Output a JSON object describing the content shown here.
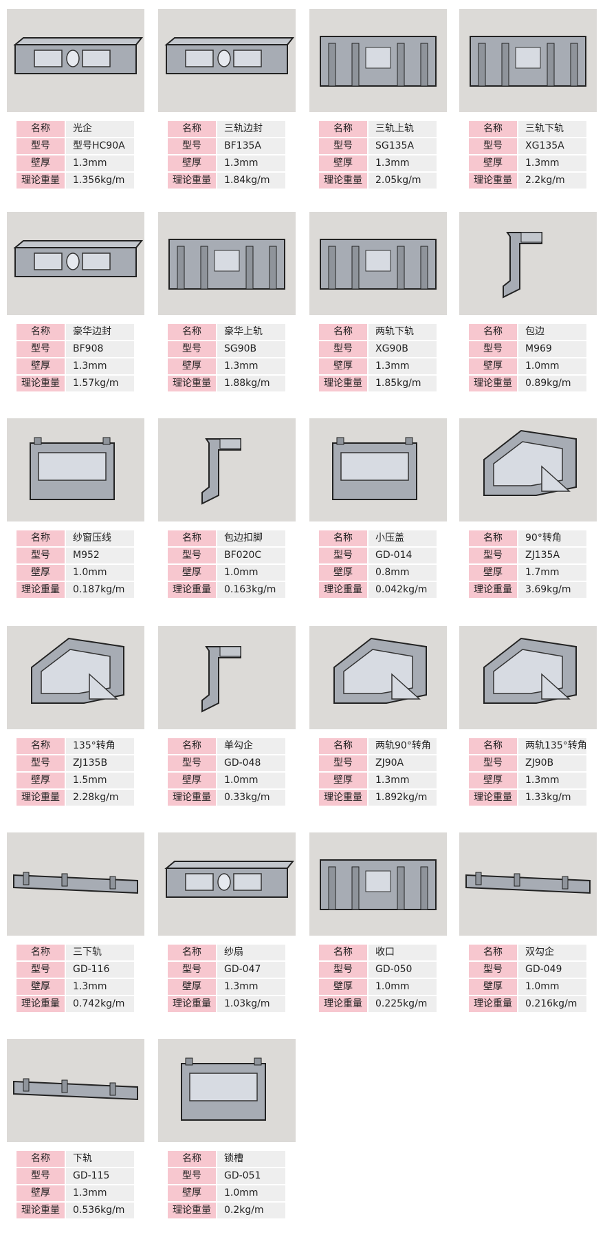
{
  "labels": {
    "name": "名称",
    "model": "型号",
    "thickness": "壁厚",
    "weight": "理论重量"
  },
  "colors": {
    "label_bg": "#f7c7cf",
    "value_bg": "#eeeeee",
    "image_bg": "#dcdad7",
    "profile": "#a7acb4"
  },
  "items": [
    {
      "name": "光企",
      "model": "型号HC90A",
      "thickness": "1.3mm",
      "weight": "1.356kg/m",
      "icon": "profile-wide"
    },
    {
      "name": "三轨边封",
      "model": "BF135A",
      "thickness": "1.3mm",
      "weight": "1.84kg/m",
      "icon": "profile-wide"
    },
    {
      "name": "三轨上轨",
      "model": "SG135A",
      "thickness": "1.3mm",
      "weight": "2.05kg/m",
      "icon": "profile-rail"
    },
    {
      "name": "三轨下轨",
      "model": "XG135A",
      "thickness": "1.3mm",
      "weight": "2.2kg/m",
      "icon": "profile-rail"
    },
    {
      "name": "豪华边封",
      "model": "BF908",
      "thickness": "1.3mm",
      "weight": "1.57kg/m",
      "icon": "profile-wide"
    },
    {
      "name": "豪华上轨",
      "model": "SG90B",
      "thickness": "1.3mm",
      "weight": "1.88kg/m",
      "icon": "profile-rail"
    },
    {
      "name": "两轨下轨",
      "model": "XG90B",
      "thickness": "1.3mm",
      "weight": "1.85kg/m",
      "icon": "profile-rail"
    },
    {
      "name": "包边",
      "model": "M969",
      "thickness": "1.0mm",
      "weight": "0.89kg/m",
      "icon": "profile-angle"
    },
    {
      "name": "纱窗压线",
      "model": "M952",
      "thickness": "1.0mm",
      "weight": "0.187kg/m",
      "icon": "profile-box"
    },
    {
      "name": "包边扣脚",
      "model": "BF020C",
      "thickness": "1.0mm",
      "weight": "0.163kg/m",
      "icon": "profile-angle"
    },
    {
      "name": "小压盖",
      "model": "GD-014",
      "thickness": "0.8mm",
      "weight": "0.042kg/m",
      "icon": "profile-box"
    },
    {
      "name": "90°转角",
      "model": "ZJ135A",
      "thickness": "1.7mm",
      "weight": "3.69kg/m",
      "icon": "profile-corner"
    },
    {
      "name": "135°转角",
      "model": "ZJ135B",
      "thickness": "1.5mm",
      "weight": "2.28kg/m",
      "icon": "profile-corner"
    },
    {
      "name": "单勾企",
      "model": "GD-048",
      "thickness": "1.0mm",
      "weight": "0.33kg/m",
      "icon": "profile-angle"
    },
    {
      "name": "两轨90°转角",
      "model": "ZJ90A",
      "thickness": "1.3mm",
      "weight": "1.892kg/m",
      "icon": "profile-corner"
    },
    {
      "name": "两轨135°转角",
      "model": "ZJ90B",
      "thickness": "1.3mm",
      "weight": "1.33kg/m",
      "icon": "profile-corner"
    },
    {
      "name": "三下轨",
      "model": "GD-116",
      "thickness": "1.3mm",
      "weight": "0.742kg/m",
      "icon": "profile-flat"
    },
    {
      "name": "纱扇",
      "model": "GD-047",
      "thickness": "1.3mm",
      "weight": "1.03kg/m",
      "icon": "profile-wide"
    },
    {
      "name": "收口",
      "model": "GD-050",
      "thickness": "1.0mm",
      "weight": "0.225kg/m",
      "icon": "profile-rail"
    },
    {
      "name": "双勾企",
      "model": "GD-049",
      "thickness": "1.0mm",
      "weight": "0.216kg/m",
      "icon": "profile-flat"
    },
    {
      "name": "下轨",
      "model": "GD-115",
      "thickness": "1.3mm",
      "weight": "0.536kg/m",
      "icon": "profile-flat"
    },
    {
      "name": "锁槽",
      "model": "GD-051",
      "thickness": "1.0mm",
      "weight": "0.2kg/m",
      "icon": "profile-box"
    }
  ]
}
